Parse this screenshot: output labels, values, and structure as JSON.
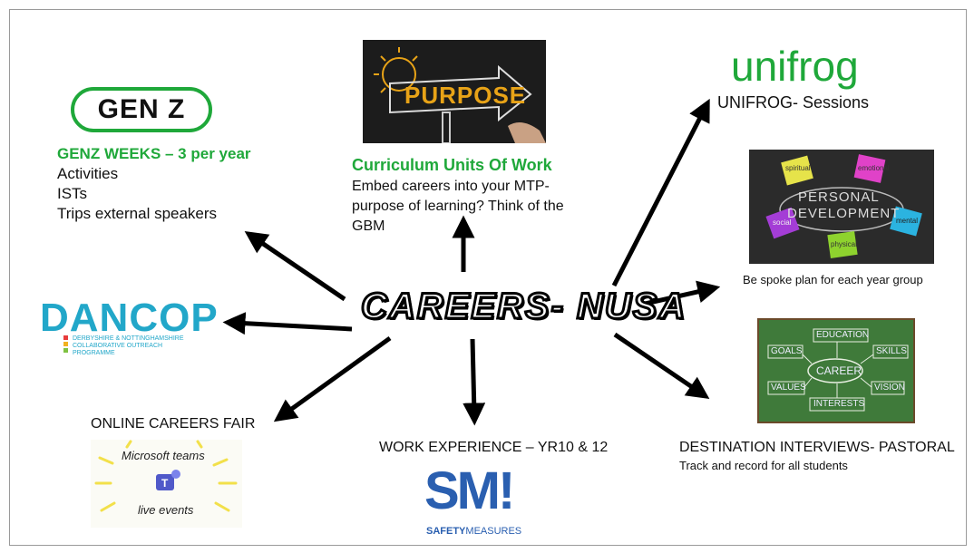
{
  "center": "CAREERS- NUSA",
  "genz": {
    "logo_text": "GEN Z",
    "title": "GENZ WEEKS – 3 per year",
    "lines": [
      "Activities",
      "ISTs",
      "Trips external speakers"
    ]
  },
  "purpose": {
    "image_text": "PURPOSE",
    "title": "Curriculum Units Of Work",
    "lines": [
      "Embed careers into your MTP-",
      "purpose of learning? Think of the",
      "GBM"
    ]
  },
  "unifrog": {
    "logo_text": "unifrog",
    "label": "UNIFROG- Sessions"
  },
  "personal_development": {
    "image_lines": [
      "PERSONAL",
      "DEVELOPMENT"
    ],
    "stickies": [
      "spiritual",
      "emotional",
      "social",
      "mental",
      "physical"
    ],
    "caption": "Be spoke plan for each year group"
  },
  "dancop": {
    "logo_text": "DANCOP",
    "subtitle_lines": [
      "DERBYSHIRE & NOTTINGHAMSHIRE",
      "COLLABORATIVE OUTREACH",
      "PROGRAMME"
    ]
  },
  "careers_fair": {
    "title": "ONLINE CAREERS FAIR",
    "image_top": "Microsoft teams",
    "image_bottom": "live events"
  },
  "work_experience": {
    "title": "WORK EXPERIENCE – YR10 & 12",
    "logo_main": "SM!",
    "logo_sub_bold": "SAFETY",
    "logo_sub_light": "MEASURES"
  },
  "destination": {
    "title": "DESTINATION INTERVIEWS- PASTORAL",
    "subtitle": "Track and record for all students",
    "board_words": [
      "EDUCATION",
      "GOALS",
      "SKILLS",
      "CAREER",
      "VALUES",
      "VISION",
      "INTERESTS"
    ]
  }
}
